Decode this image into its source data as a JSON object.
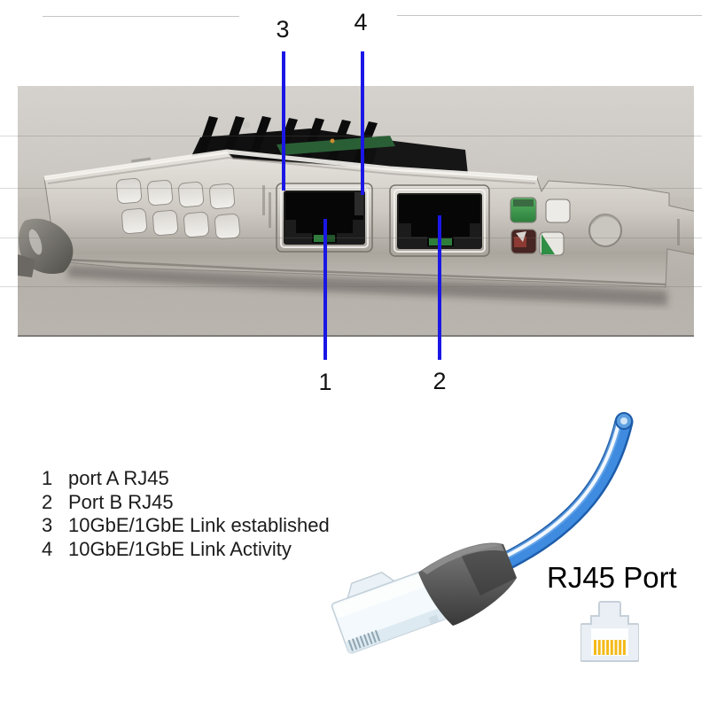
{
  "callouts": {
    "line_color": "#1a17e6",
    "top": [
      {
        "label": "3"
      },
      {
        "label": "4"
      }
    ],
    "bottom": [
      {
        "label": "1"
      },
      {
        "label": "2"
      }
    ]
  },
  "legend": {
    "items": [
      {
        "num": "1",
        "text": "port A RJ45"
      },
      {
        "num": "2",
        "text": "Port B RJ45"
      },
      {
        "num": "3",
        "text": "10GbE/1GbE Link established"
      },
      {
        "num": "4",
        "text": "10GbE/1GbE Link Activity"
      }
    ]
  },
  "rj45_illustration": {
    "caption": "RJ45 Port",
    "icons": [
      "ethernet-cable-icon",
      "rj45-jack-icon"
    ],
    "cable_color": "#3f8be0",
    "boot_color": "#4a4a4a",
    "connector_color": "#f3f9fc",
    "jack_pin_color": "#f4ba17"
  },
  "photo_colors": {
    "background": "#c4c0b9",
    "bracket_metal": "#cfccc6",
    "led_green": "#3f9a4d",
    "pcb_green": "#2e7d3b"
  }
}
